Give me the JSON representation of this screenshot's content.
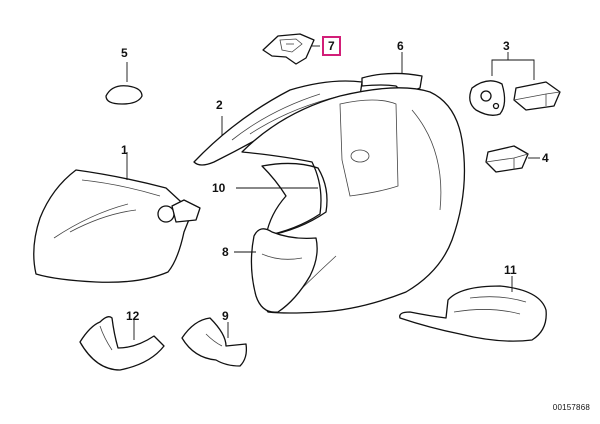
{
  "diagram": {
    "callouts": [
      {
        "id": "1",
        "label": "1"
      },
      {
        "id": "2",
        "label": "2"
      },
      {
        "id": "3",
        "label": "3"
      },
      {
        "id": "4",
        "label": "4"
      },
      {
        "id": "5",
        "label": "5"
      },
      {
        "id": "6",
        "label": "6"
      },
      {
        "id": "7",
        "label": "7",
        "highlighted": true
      },
      {
        "id": "8",
        "label": "8"
      },
      {
        "id": "9",
        "label": "9"
      },
      {
        "id": "10",
        "label": "10"
      },
      {
        "id": "11",
        "label": "11"
      },
      {
        "id": "12",
        "label": "12"
      }
    ],
    "document_number": "00157868",
    "highlight_color": "#d21e78"
  }
}
